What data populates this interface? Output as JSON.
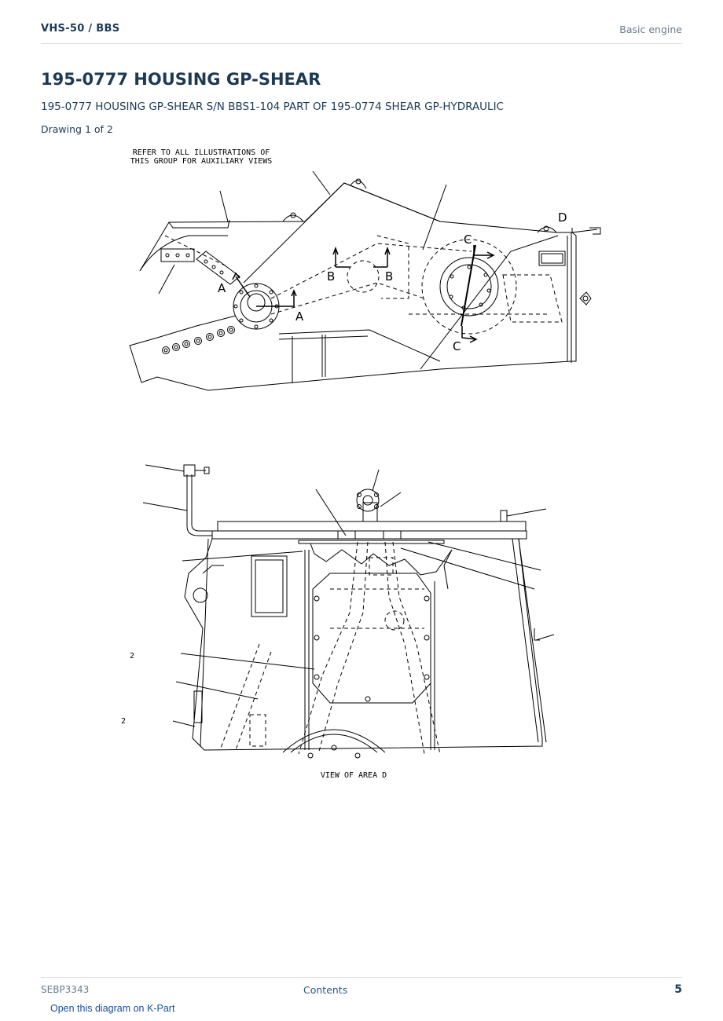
{
  "header": {
    "model": "VHS-50  /  BBS",
    "section": "Basic engine"
  },
  "title": "195-0777 HOUSING GP-SHEAR",
  "subtitle": "195-0777 HOUSING GP-SHEAR S/N BBS1-104 PART OF 195-0774 SHEAR GP-HYDRAULIC",
  "drawing_label": "Drawing 1 of 2",
  "drawing": {
    "note_line1": "REFER TO ALL ILLUSTRATIONS OF",
    "note_line2": "THIS GROUP FOR AUXILIARY VIEWS",
    "section_a": "A",
    "section_b": "B",
    "section_c": "C",
    "section_d": "D",
    "view_caption": "VIEW OF AREA D",
    "ref_2": "2"
  },
  "footer": {
    "doc_id": "SEBP3343",
    "contents_link": "Contents",
    "page_number": "5",
    "kpart_link": "Open this diagram on K-Part"
  }
}
